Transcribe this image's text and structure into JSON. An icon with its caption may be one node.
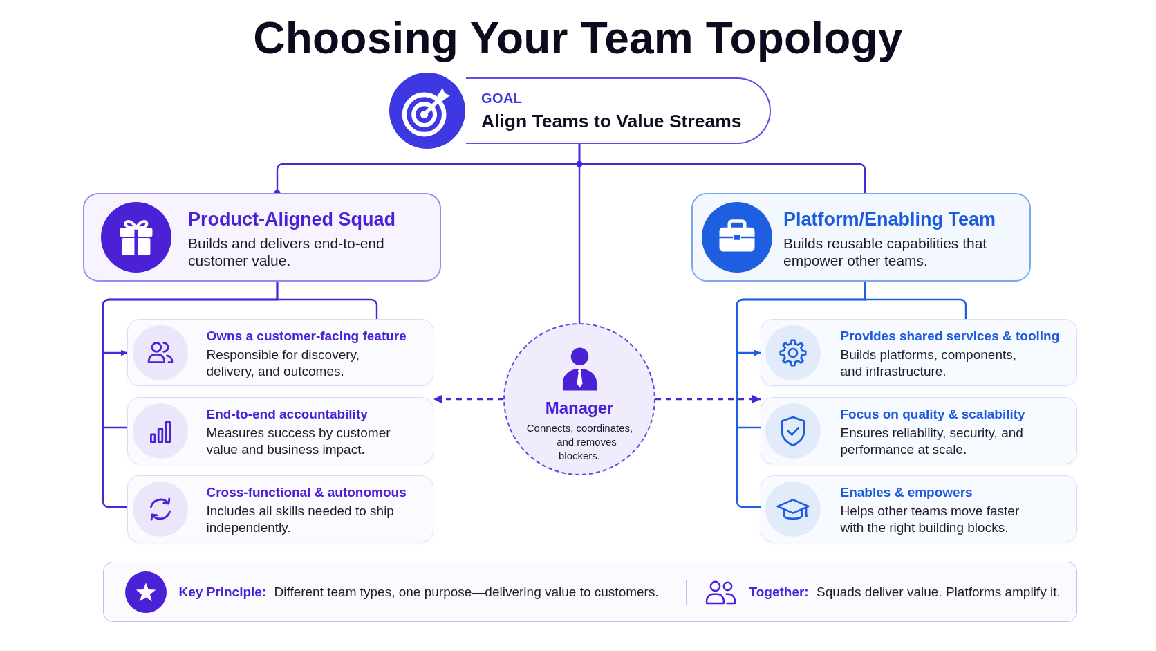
{
  "diagram": {
    "title": "Choosing Your Team Topology",
    "nodes": [
      {
        "text": [
          "GOAL",
          "Align Teams to Value Streams"
        ]
      },
      {
        "text": [
          "Product-Aligned Squad",
          "Builds and delivers end-to-end customer value."
        ]
      },
      {
        "text": [
          "Platform/Enabling Team",
          "Builds reusable capabilities that empower other teams."
        ]
      },
      {
        "text": [
          "Owns a customer-facing feature",
          "Responsible for discovery, delivery, and outcomes."
        ]
      },
      {
        "text": [
          "End-to-end accountability",
          "Measures success by customer value and business impact."
        ]
      },
      {
        "text": [
          "Cross-functional & autonomous",
          "Includes all skills needed to ship independently."
        ]
      },
      {
        "text": [
          "Manager",
          "Connects, coordinates, and removes blockers."
        ]
      },
      {
        "text": [
          "Provides shared services & tooling",
          "Builds platforms, components, and infrastructure."
        ]
      },
      {
        "text": [
          "Focus on quality & scalability",
          "Ensures reliability, security, and performance at scale."
        ]
      },
      {
        "text": [
          "Enables & empowers",
          "Helps other teams move faster with the right building blocks."
        ]
      },
      {
        "text": [
          "**Key Principle:** Different team types, one purpose—delivering value to customers.",
          "**Together:** Squads deliver value. Platforms amplify it."
        ]
      }
    ],
    "edges": [
      {
        "from": 0,
        "to": 1,
        "arrow": "other"
      },
      {
        "from": 0,
        "to": 6,
        "arrow": "none"
      },
      {
        "from": 0,
        "to": 2,
        "arrow": "none"
      },
      {
        "from": 1,
        "to": 3,
        "arrow": "to"
      },
      {
        "from": 1,
        "to": 3,
        "arrow": "none"
      },
      {
        "from": 1,
        "to": 4,
        "arrow": "none"
      },
      {
        "from": 1,
        "to": 5,
        "arrow": "none"
      },
      {
        "from": 2,
        "to": 7,
        "arrow": "to",
        "color": "#1d5fe0"
      },
      {
        "from": 2,
        "to": 7,
        "arrow": "none",
        "color": "#1d5fe0"
      },
      {
        "from": 2,
        "to": 8,
        "arrow": "none",
        "color": "#1d5fe0"
      },
      {
        "from": 2,
        "to": 9,
        "arrow": "none",
        "color": "#1d5fe0"
      },
      {
        "from": 6,
        "to": 4,
        "arrow": "to",
        "style": "dashed"
      },
      {
        "from": 6,
        "to": 8,
        "arrow": "to",
        "style": "dashed"
      }
    ]
  }
}
